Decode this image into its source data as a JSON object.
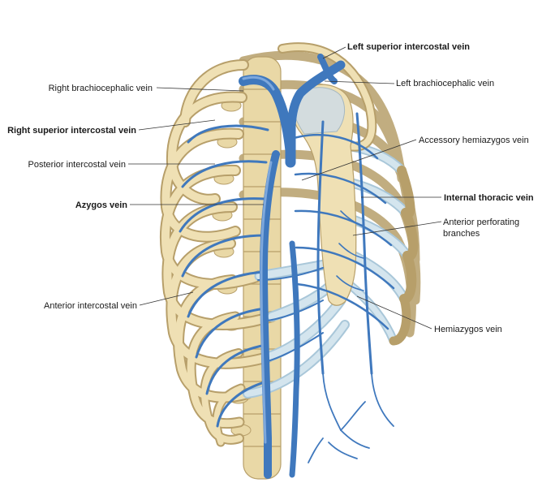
{
  "labels": {
    "left_superior_intercostal_vein": "Left superior intercostal vein",
    "left_brachiocephalic_vein": "Left brachiocephalic vein",
    "right_brachiocephalic_vein": "Right brachiocephalic vein",
    "right_superior_intercostal_vein": "Right superior intercostal vein",
    "accessory_hemiazygos_vein": "Accessory hemiazygos vein",
    "posterior_intercostal_vein": "Posterior intercostal vein",
    "internal_thoracic_vein": "Internal thoracic vein",
    "azygos_vein": "Azygos vein",
    "anterior_perforating_line1": "Anterior perforating",
    "anterior_perforating_line2": "branches",
    "anterior_intercostal_vein": "Anterior intercostal vein",
    "hemiazygos_vein": "Hemiazygos vein"
  },
  "colors": {
    "bone": "#efe0b4",
    "bone_outline": "#b79f6a",
    "cartilage": "#d4e5ee",
    "vein": "#3f78bd"
  }
}
